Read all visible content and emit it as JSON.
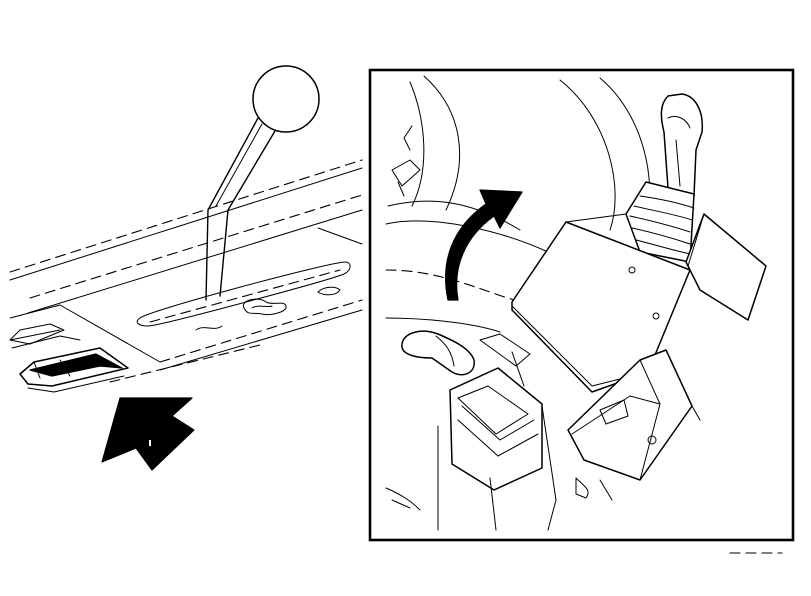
{
  "figure": {
    "left_panel": {
      "items": [
        "gear-shift-lever",
        "shift-gate-plate",
        "lever-pedal",
        "arrow-pointer"
      ]
    },
    "inset_panel": {
      "border": true,
      "items": [
        "joystick-control",
        "operator-seat",
        "rotation-arrow",
        "mounting-bracket"
      ]
    },
    "colors": {
      "ink": "#000000",
      "paper": "#ffffff"
    }
  }
}
